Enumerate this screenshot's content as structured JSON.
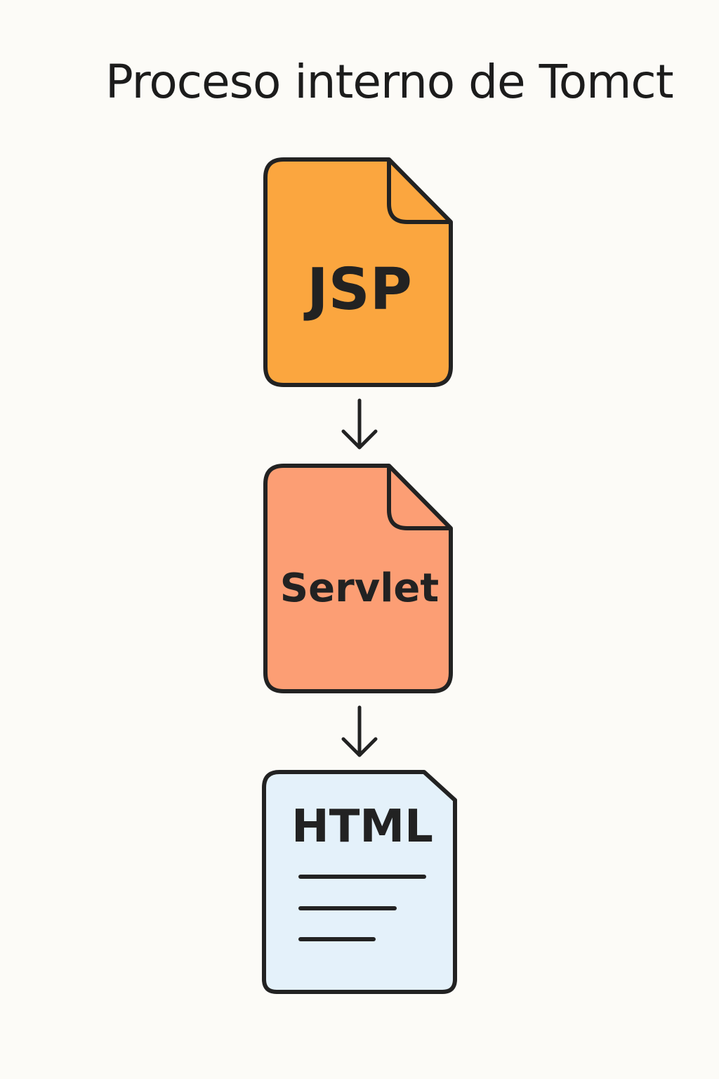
{
  "title": "Proceso interno de Tomct",
  "documents": [
    {
      "label": "JSP",
      "fill": "#fba63f",
      "icon": "file-icon"
    },
    {
      "label": "Servlet",
      "fill": "#fc9e74",
      "icon": "file-icon"
    },
    {
      "label": "HTML",
      "fill": "#e4f1fa",
      "icon": "file-text-icon"
    }
  ],
  "arrows": [
    {
      "icon": "arrow-down-icon"
    },
    {
      "icon": "arrow-down-icon"
    }
  ],
  "colors": {
    "background": "#fcfbf7",
    "stroke": "#222222"
  }
}
